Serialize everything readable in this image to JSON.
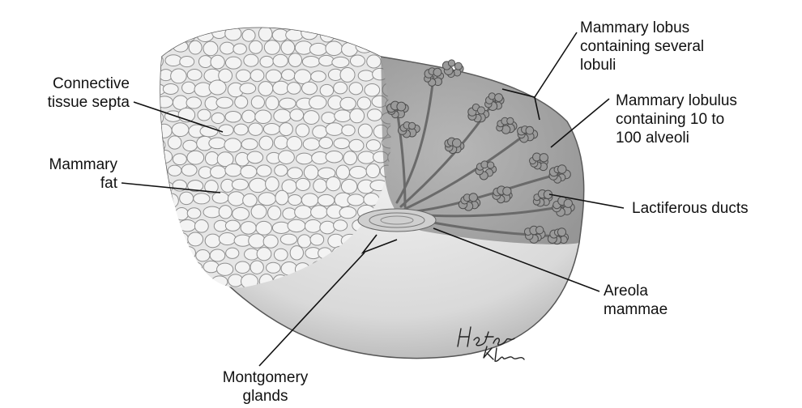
{
  "labels": {
    "connective_tissue_septa": [
      "Connective",
      "tissue septa"
    ],
    "mammary_fat": [
      "Mammary",
      "fat"
    ],
    "mammary_lobus": [
      "Mammary lobus",
      "containing several",
      "lobuli"
    ],
    "mammary_lobulus": [
      "Mammary lobulus",
      "containing 10 to",
      "100 alveoli"
    ],
    "lactiferous_ducts": [
      "Lactiferous ducts"
    ],
    "areola_mammae": [
      "Areola",
      "mammae"
    ],
    "montgomery_glands": [
      "Montgomery",
      "glands"
    ]
  },
  "signature": "Heather Kloc"
}
